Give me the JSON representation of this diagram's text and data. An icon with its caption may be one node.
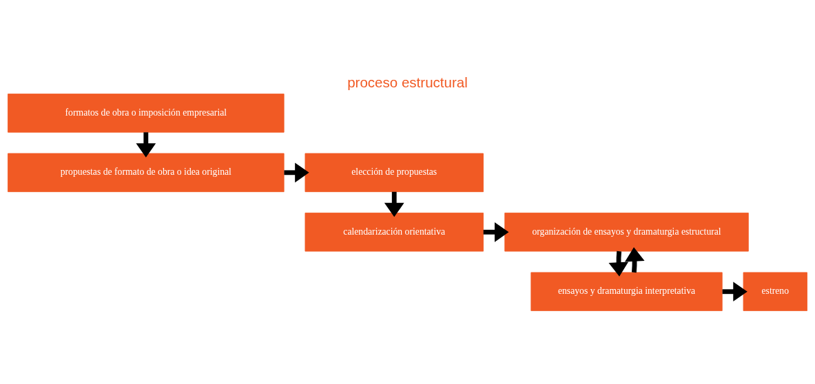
{
  "diagram": {
    "title": "proceso estructural",
    "nodes": [
      {
        "text": [
          "formatos de obra o imposición empresarial"
        ]
      },
      {
        "text": [
          "propuestas de formato de obra o idea original"
        ]
      },
      {
        "text": [
          "elección de propuestas"
        ]
      },
      {
        "text": [
          "calendarización orientativa"
        ]
      },
      {
        "text": [
          "organización de ensayos y dramaturgia estructural"
        ]
      },
      {
        "text": [
          "ensayos y dramaturgia interpretativa"
        ]
      },
      {
        "text": [
          "estreno"
        ]
      }
    ],
    "edges": [
      {
        "from": 0,
        "to": 1,
        "arrow": "to"
      },
      {
        "from": 1,
        "to": 2,
        "arrow": "to"
      },
      {
        "from": 2,
        "to": 3,
        "arrow": "to"
      },
      {
        "from": 3,
        "to": 4,
        "arrow": "to"
      },
      {
        "from": 5,
        "to": 4,
        "arrow": "to"
      },
      {
        "from": 4,
        "to": 5,
        "arrow": "to"
      },
      {
        "from": 5,
        "to": 6,
        "arrow": "to"
      }
    ]
  }
}
